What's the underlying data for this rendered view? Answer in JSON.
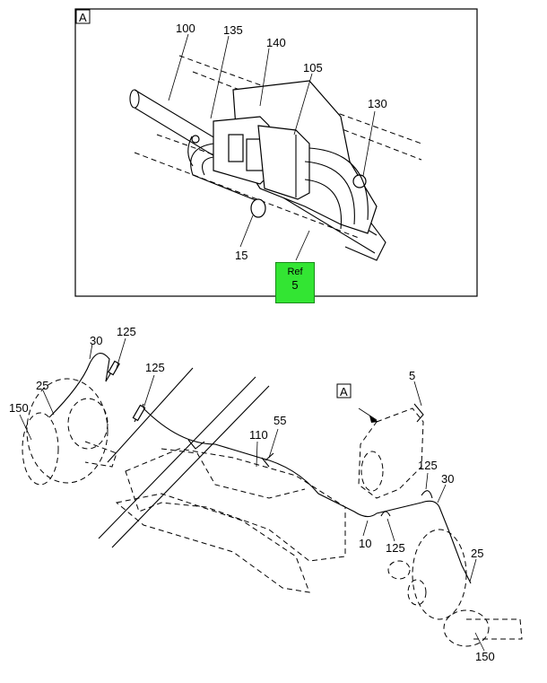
{
  "detail": {
    "view_label": "A",
    "callouts": {
      "c100": "100",
      "c135": "135",
      "c140": "140",
      "c105": "105",
      "c130": "130",
      "c15": "15"
    },
    "ref_link": {
      "line1": "Ref",
      "line2": "5"
    }
  },
  "main": {
    "view_label": "A",
    "callouts": {
      "c30_left": "30",
      "c125_left_top": "125",
      "c125_left_mid": "125",
      "c25_left": "25",
      "c150_left": "150",
      "c55": "55",
      "c110": "110",
      "c5": "5",
      "c125_right_top": "125",
      "c30_right": "30",
      "c10": "10",
      "c125_right_bottom": "125",
      "c25_right": "25",
      "c150_right": "150"
    }
  },
  "colors": {
    "ref_highlight": "#33e533"
  }
}
